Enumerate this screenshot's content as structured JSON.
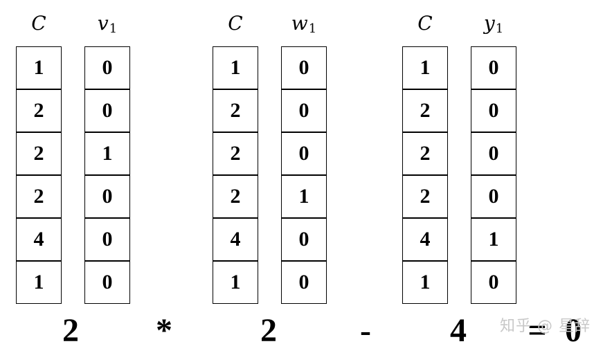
{
  "columns": [
    {
      "header": "C",
      "sub": "",
      "values": [
        "1",
        "2",
        "2",
        "2",
        "4",
        "1"
      ]
    },
    {
      "header": "v",
      "sub": "1",
      "values": [
        "0",
        "0",
        "1",
        "0",
        "0",
        "0"
      ]
    },
    {
      "header": "C",
      "sub": "",
      "values": [
        "1",
        "2",
        "2",
        "2",
        "4",
        "1"
      ]
    },
    {
      "header": "w",
      "sub": "1",
      "values": [
        "0",
        "0",
        "0",
        "1",
        "0",
        "0"
      ]
    },
    {
      "header": "C",
      "sub": "",
      "values": [
        "1",
        "2",
        "2",
        "2",
        "4",
        "1"
      ]
    },
    {
      "header": "y",
      "sub": "1",
      "values": [
        "0",
        "0",
        "0",
        "0",
        "1",
        "0"
      ]
    }
  ],
  "equation": {
    "coef1": "2",
    "times": "*",
    "coef2": "2",
    "minus": "-",
    "coef3": "4",
    "equals": "=",
    "result": "0"
  },
  "watermark": "知乎 @ 星辞"
}
